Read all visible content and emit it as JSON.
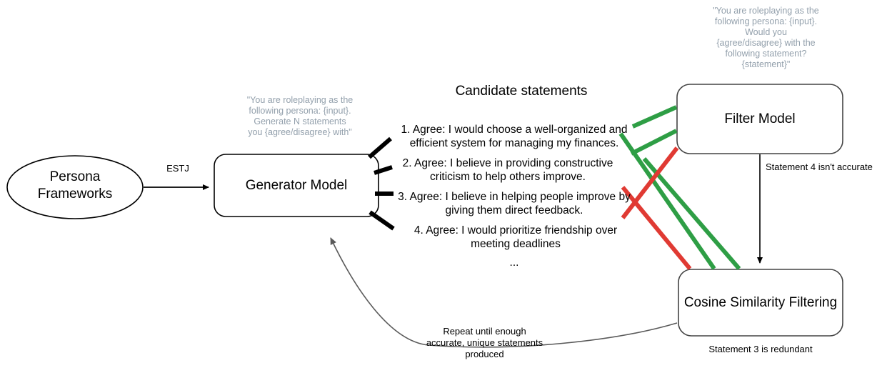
{
  "colors": {
    "accept_green": "#2e9e45",
    "reject_red": "#e03a33",
    "prompt_gray": "#93a0ac",
    "stroke_black": "#000000",
    "stroke_gray": "#7f7f7f"
  },
  "nodes": {
    "persona_frameworks": {
      "label": "Persona\nFrameworks",
      "shape": "ellipse"
    },
    "generator_model": {
      "label": "Generator Model",
      "shape": "rounded-rect"
    },
    "filter_model": {
      "label": "Filter Model",
      "shape": "rounded-rect"
    },
    "cosine_similarity_filtering": {
      "label": "Cosine Similarity Filtering",
      "shape": "rounded-rect"
    }
  },
  "prompts": {
    "generator_prompt": "\"You are roleplaying as the\nfollowing persona: {input}.\nGenerate N statements\nyou {agree/disagree} with\"",
    "filter_prompt": "\"You are roleplaying as the\nfollowing persona: {input}.\nWould you\n{agree/disagree} with the\nfollowing statement?\n{statement}\""
  },
  "edges": {
    "persona_to_generator": "ESTJ",
    "filter_to_cosine": "Statement 4 isn't accurate",
    "cosine_to_generator": "Repeat until enough\naccurate, unique statements\nproduced",
    "cosine_note": "Statement 3 is redundant"
  },
  "candidates": {
    "title": "Candidate statements",
    "items": [
      {
        "number": "1.",
        "text": "1. Agree: I would choose a well-organized and\nefficient system for managing my finances.",
        "verdict": "accept"
      },
      {
        "number": "2.",
        "text": "2. Agree: I believe in providing constructive\ncriticism to help others improve.",
        "verdict": "accept"
      },
      {
        "number": "3.",
        "text": "3. Agree: I believe in helping people improve by\ngiving them direct feedback.",
        "verdict": "redundant"
      },
      {
        "number": "4.",
        "text": "4. Agree: I would prioritize friendship over\nmeeting deadlines",
        "verdict": "reject"
      }
    ],
    "more": "..."
  }
}
